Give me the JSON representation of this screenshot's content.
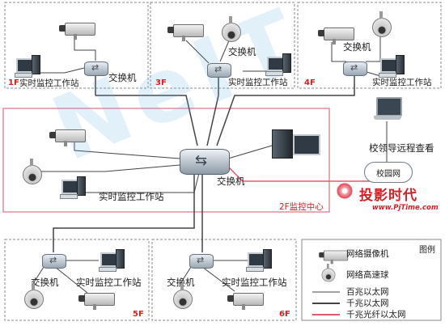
{
  "floors": {
    "f1": "1F",
    "f3": "3F",
    "f4": "4F",
    "f2": "2F监控中心",
    "f5": "5F",
    "f6": "6F"
  },
  "labels": {
    "switch": "交换机",
    "workstation": "实时监控工作站",
    "core_switch": "交换机",
    "remote_view": "校领导远程查看",
    "campus_net": "校园网"
  },
  "legend": {
    "title": "图例",
    "items": [
      {
        "label": "网络摄像机",
        "icon": "network-camera-icon"
      },
      {
        "label": "网络高速球",
        "icon": "speed-dome-icon"
      },
      {
        "label": "百兆以太网",
        "icon": "thin-line"
      },
      {
        "label": "千兆以太网",
        "icon": "thick-line"
      },
      {
        "label": "千兆光纤以太网",
        "icon": "red-line"
      }
    ]
  },
  "logo": {
    "brand": "投影时代",
    "url": "www.PjTime.com"
  },
  "watermark": "NeIT",
  "colors": {
    "fiber": "#e05a6a",
    "ethernet": "#444444",
    "frame": "#8a8a8a",
    "center_frame": "#e07080",
    "accent": "#d62020"
  }
}
